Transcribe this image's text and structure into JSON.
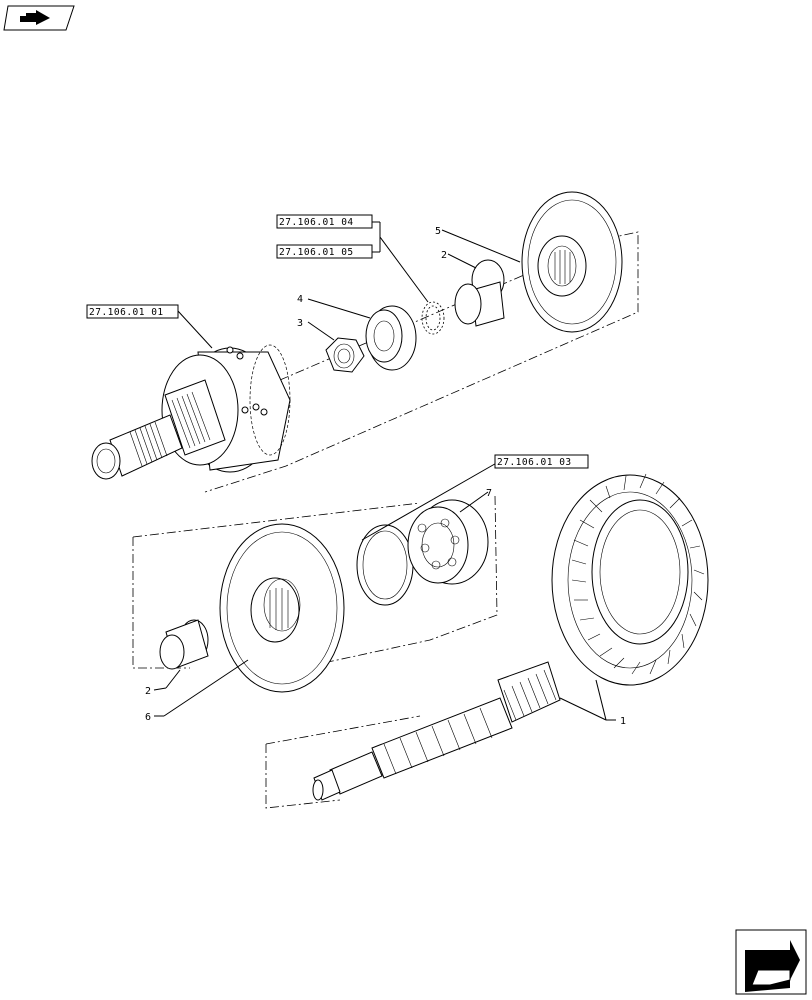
{
  "refs": {
    "r01": "27.106.01 01",
    "r03": "27.106.01 03",
    "r04": "27.106.01 04",
    "r05": "27.106.01 05"
  },
  "callouts": {
    "c1": "1",
    "c2a": "2",
    "c2b": "2",
    "c3": "3",
    "c4": "4",
    "c5": "5",
    "c6": "6",
    "c7": "7"
  },
  "icons": {
    "top_left": "nav-back-arrow-icon",
    "bottom_right": "nav-next-arrow-icon"
  }
}
